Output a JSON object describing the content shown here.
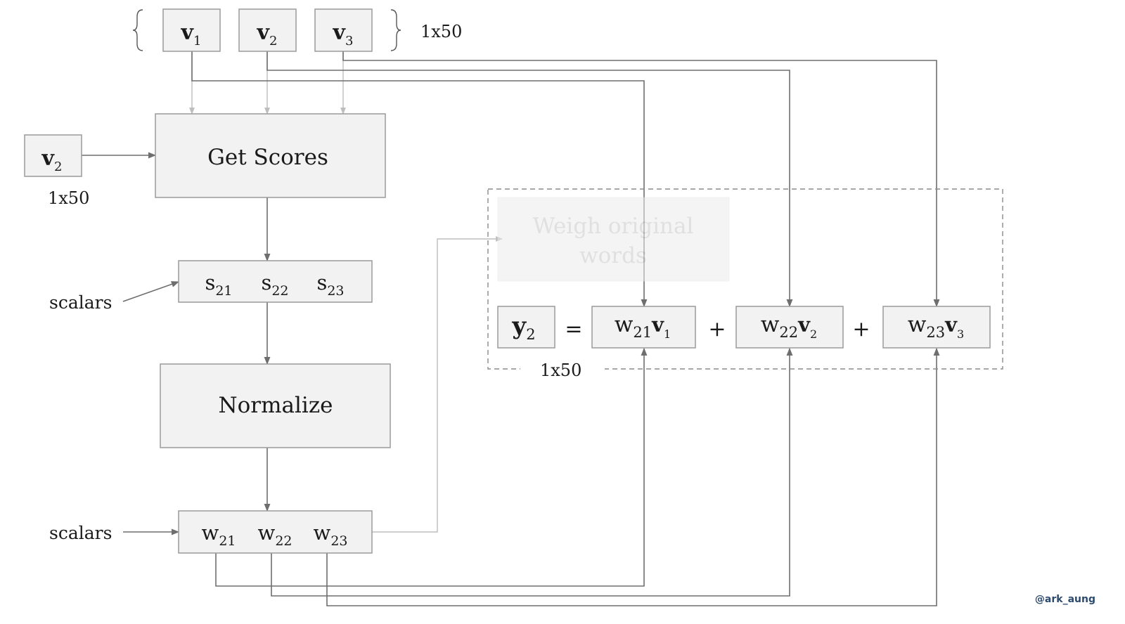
{
  "inputs": {
    "vectors": [
      {
        "base": "v",
        "sub": "1"
      },
      {
        "base": "v",
        "sub": "2"
      },
      {
        "base": "v",
        "sub": "3"
      }
    ],
    "shape": "1x50"
  },
  "query": {
    "base": "v",
    "sub": "2",
    "shape": "1x50"
  },
  "get_scores": {
    "label": "Get Scores"
  },
  "scores": {
    "note": "scalars",
    "items": [
      {
        "base": "s",
        "sub": "21"
      },
      {
        "base": "s",
        "sub": "22"
      },
      {
        "base": "s",
        "sub": "23"
      }
    ]
  },
  "normalize": {
    "label": "Normalize"
  },
  "weights": {
    "note": "scalars",
    "items": [
      {
        "base": "w",
        "sub": "21"
      },
      {
        "base": "w",
        "sub": "22"
      },
      {
        "base": "w",
        "sub": "23"
      }
    ]
  },
  "weigh_block": {
    "title_line1": "Weigh original",
    "title_line2": "words",
    "output": {
      "base": "y",
      "sub": "2",
      "shape": "1x50"
    },
    "equals": "=",
    "plus": "+",
    "terms": [
      {
        "w": "w",
        "wsub": "21",
        "v": "v",
        "vsub": "1"
      },
      {
        "w": "w",
        "wsub": "22",
        "v": "v",
        "vsub": "2"
      },
      {
        "w": "w",
        "wsub": "23",
        "v": "v",
        "vsub": "3"
      }
    ]
  },
  "watermark": "@ark_aung",
  "colors": {
    "box_fill": "#f2f2f2",
    "box_stroke": "#9a9a9a",
    "wire": "#6e6e6e",
    "faded": "#c8c8c8",
    "watermark": "#2b4a6f"
  }
}
